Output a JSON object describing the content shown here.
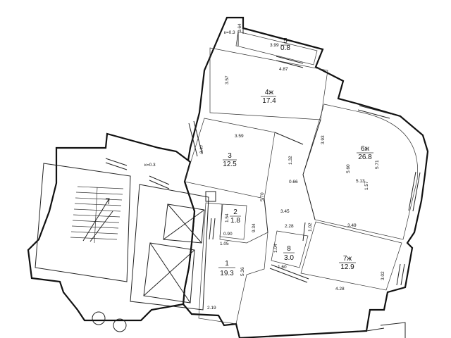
{
  "rooms": [
    {
      "id": "1",
      "number": "1",
      "area": "19.3"
    },
    {
      "id": "2",
      "number": "2",
      "area": "1.8"
    },
    {
      "id": "3",
      "number": "3",
      "area": "12.5"
    },
    {
      "id": "4",
      "number": "4ж",
      "area": "17.4"
    },
    {
      "id": "5",
      "number": "5",
      "area": "0.8"
    },
    {
      "id": "6",
      "number": "6ж",
      "area": "26.8"
    },
    {
      "id": "7",
      "number": "7ж",
      "area": "12.9"
    },
    {
      "id": "8",
      "number": "8",
      "area": "3.0"
    }
  ],
  "dimensions": {
    "balcony_coef_top": "к=0.3",
    "balcony_coef_left": "к=0.3",
    "d_064": "0.64",
    "d_399": "3.99",
    "d_487": "4.87",
    "d_357": "3.57",
    "d_359": "3.59",
    "d_347": "3.47",
    "d_393": "3.93",
    "d_132": "1.32",
    "d_066": "0.66",
    "d_570": "5.70",
    "d_560": "5.60",
    "d_571": "5.71",
    "d_513": "5.13",
    "d_157": "1.57",
    "d_345": "3.45",
    "d_349": "3.49",
    "d_228": "2.28",
    "d_102": "1.02",
    "d_154": "1.54",
    "d_090": "0.90",
    "d_934": "9.34",
    "d_105": "1.05",
    "d_104": "1.04",
    "d_160": "1.60",
    "d_536": "5.36",
    "d_302": "3.02",
    "d_428": "4.28",
    "d_219": "2.19"
  }
}
